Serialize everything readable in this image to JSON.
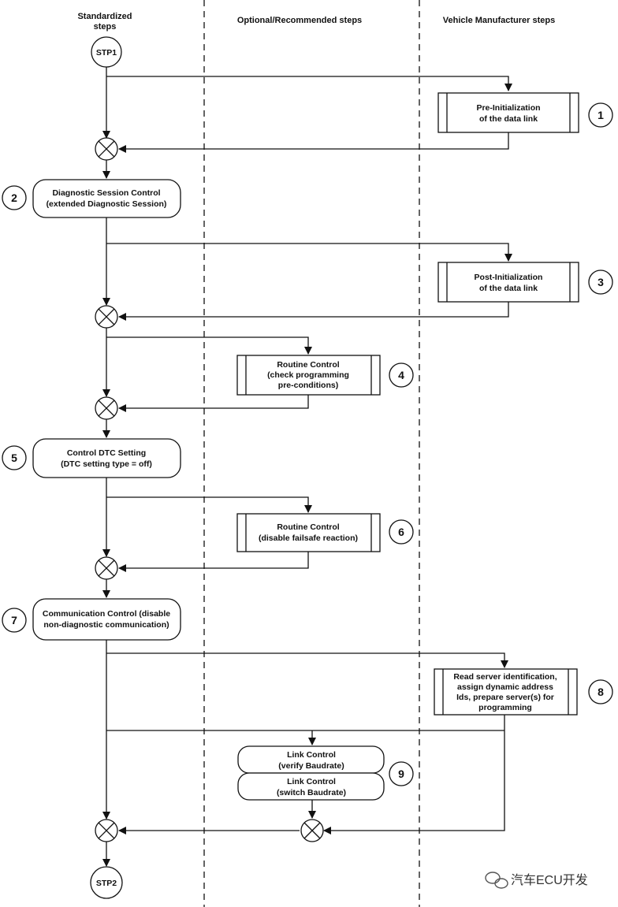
{
  "columns": {
    "standardized_line1": "Standardized",
    "standardized_line2": "steps",
    "optional": "Optional/Recommended steps",
    "vehicle": "Vehicle Manufacturer steps"
  },
  "start": "STP1",
  "end": "STP2",
  "steps": {
    "pre_init": {
      "number": "1",
      "line1": "Pre-Initialization",
      "line2": "of the data link"
    },
    "session": {
      "number": "2",
      "line1": "Diagnostic Session Control",
      "line2": "(extended Diagnostic Session)"
    },
    "post_init": {
      "number": "3",
      "line1": "Post-Initialization",
      "line2": "of the data link"
    },
    "routine_check": {
      "number": "4",
      "line1": "Routine Control",
      "line2": "(check programming",
      "line3": "pre-conditions)"
    },
    "dtc": {
      "number": "5",
      "line1": "Control DTC Setting",
      "line2": "(DTC setting type = off)"
    },
    "routine_failsafe": {
      "number": "6",
      "line1": "Routine Control",
      "line2": "(disable failsafe reaction)"
    },
    "comm": {
      "number": "7",
      "line1": "Communication Control (disable",
      "line2": "non-diagnostic communication)"
    },
    "read_server": {
      "number": "8",
      "line1": "Read server identification,",
      "line2": "assign dynamic address",
      "line3": "Ids, prepare server(s) for",
      "line4": "programming"
    },
    "link": {
      "number": "9",
      "verify_line1": "Link Control",
      "verify_line2": "(verify Baudrate)",
      "switch_line1": "Link Control",
      "switch_line2": "(switch Baudrate)"
    }
  },
  "watermark": "汽车ECU开发",
  "colors": {
    "line": "#111111",
    "background": "#ffffff"
  }
}
